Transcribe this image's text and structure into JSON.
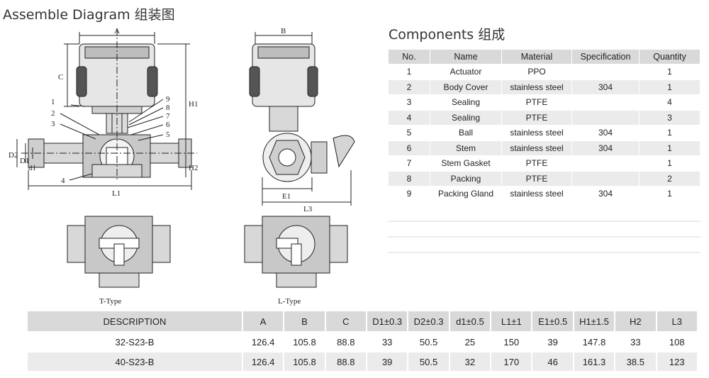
{
  "assemble_title": "Assemble Diagram 组装图",
  "components_title": "Components 组成",
  "drawing_labels": {
    "A": "A",
    "B": "B",
    "C": "C",
    "H1": "H1",
    "H2": "H2",
    "L1": "L1",
    "L3": "L3",
    "E1": "E1",
    "D2": "D2",
    "D1": "D1",
    "d1": "d1",
    "t_type": "T-Type",
    "l_type": "L-Type",
    "callouts": [
      "1",
      "2",
      "3",
      "4",
      "5",
      "6",
      "7",
      "8",
      "9"
    ]
  },
  "components": {
    "headers": [
      "No.",
      "Name",
      "Material",
      "Specification",
      "Quantity"
    ],
    "rows": [
      [
        "1",
        "Actuator",
        "PPO",
        "",
        "1"
      ],
      [
        "2",
        "Body Cover",
        "stainless steel",
        "304",
        "1"
      ],
      [
        "3",
        "Sealing",
        "PTFE",
        "",
        "4"
      ],
      [
        "4",
        "Sealing",
        "PTFE",
        "",
        "3"
      ],
      [
        "5",
        "Ball",
        "stainless steel",
        "304",
        "1"
      ],
      [
        "6",
        "Stem",
        "stainless steel",
        "304",
        "1"
      ],
      [
        "7",
        "Stem Gasket",
        "PTFE",
        "",
        "1"
      ],
      [
        "8",
        "Packing",
        "PTFE",
        "",
        "2"
      ],
      [
        "9",
        "Packing Gland",
        "stainless steel",
        "304",
        "1"
      ]
    ]
  },
  "specs": {
    "headers": [
      "DESCRIPTION",
      "A",
      "B",
      "C",
      "D1±0.3",
      "D2±0.3",
      "d1±0.5",
      "L1±1",
      "E1±0.5",
      "H1±1.5",
      "H2",
      "L3"
    ],
    "rows": [
      [
        "32-S23-B",
        "126.4",
        "105.8",
        "88.8",
        "33",
        "50.5",
        "25",
        "150",
        "39",
        "147.8",
        "33",
        "108"
      ],
      [
        "40-S23-B",
        "126.4",
        "105.8",
        "88.8",
        "39",
        "50.5",
        "32",
        "170",
        "46",
        "161.3",
        "38.5",
        "123"
      ]
    ]
  },
  "colors": {
    "header_bg": "#d9d9d9",
    "stripe_bg": "#ebebeb",
    "drawing_line": "#222222"
  }
}
